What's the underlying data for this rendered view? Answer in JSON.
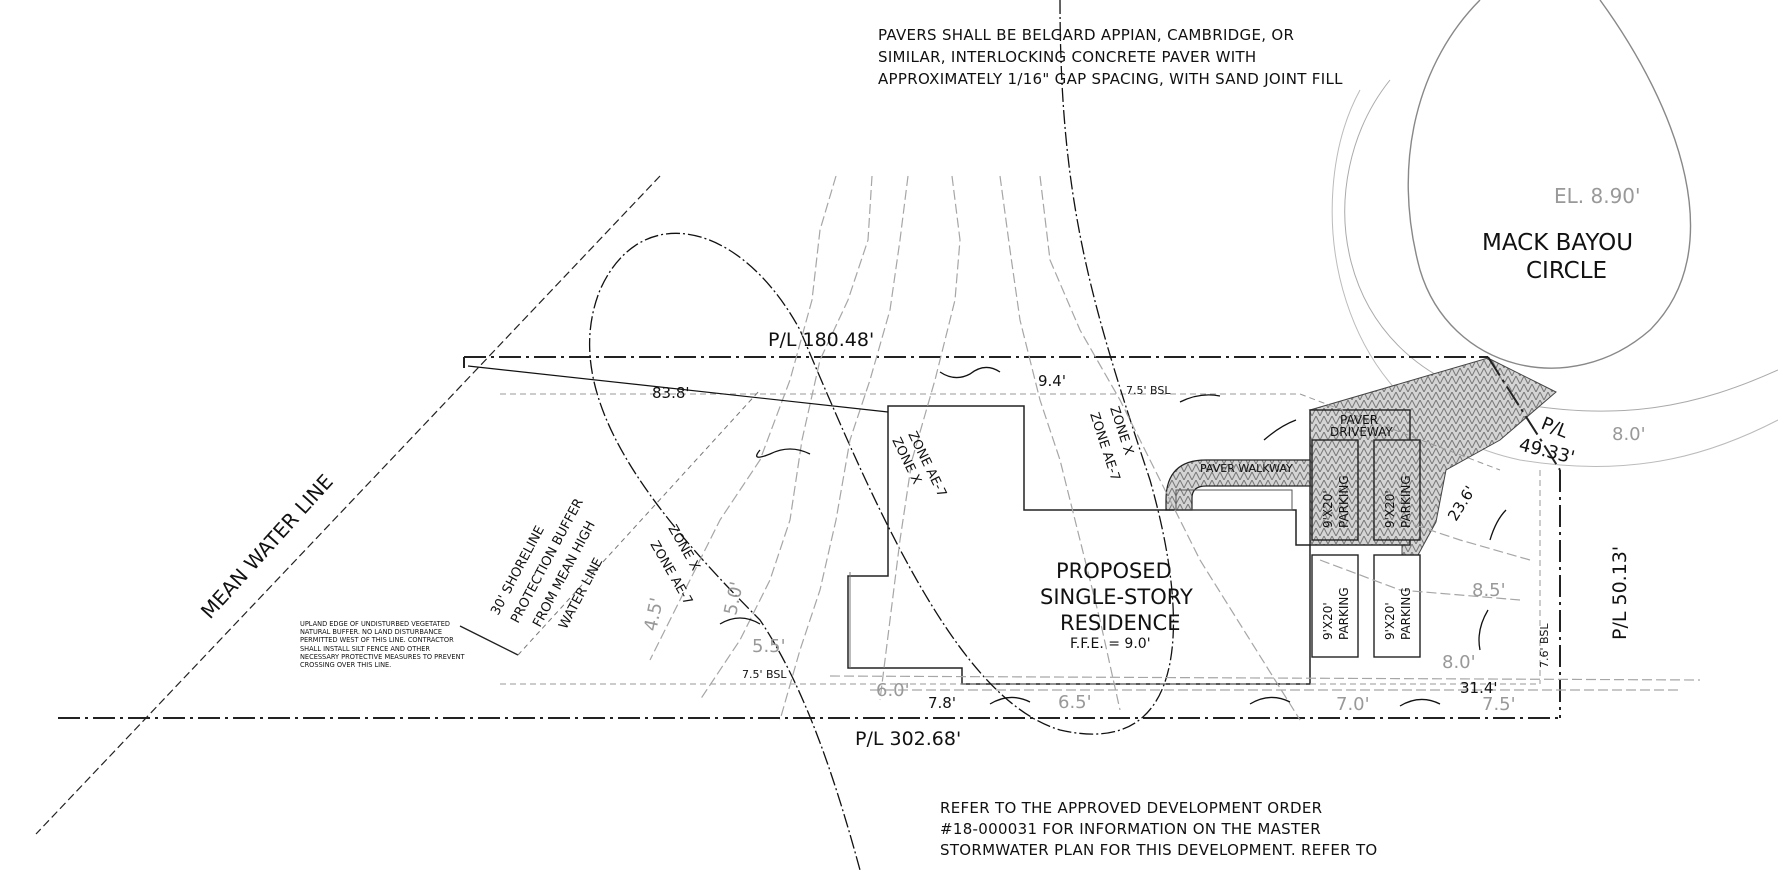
{
  "notes": {
    "pavers_line1": "PAVERS SHALL BE BELGARD APPIAN, CAMBRIDGE, OR",
    "pavers_line2": "SIMILAR, INTERLOCKING CONCRETE PAVER WITH",
    "pavers_line3": "APPROXIMATELY 1/16\" GAP SPACING, WITH SAND JOINT FILL",
    "refer_line1": "REFER TO THE APPROVED DEVELOPMENT ORDER",
    "refer_line2": "#18-000031 FOR INFORMATION ON THE MASTER",
    "refer_line3": "STORMWATER PLAN FOR THIS DEVELOPMENT. REFER TO",
    "upland": "UPLAND EDGE OF UNDISTURBED VEGETATED NATURAL BUFFER. NO LAND DISTURBANCE PERMITTED WEST OF THIS LINE. CONTRACTOR SHALL INSTALL SILT FENCE AND OTHER NECESSARY PROTECTIVE MEASURES TO PREVENT CROSSING OVER THIS LINE."
  },
  "labels": {
    "mean_water_line": "MEAN WATER LINE",
    "street_elevation": "EL. 8.90'",
    "street_name_1": "MACK BAYOU",
    "street_name_2": "CIRCLE",
    "pl_north": "P/L 180.48'",
    "pl_south": "P/L 302.68'",
    "pl_east": "P/L 50.13'",
    "pl_front": "P/L",
    "pl_front_len": "49.33'",
    "dim_83": "83.8'",
    "dim_94": "9.4'",
    "dim_78": "7.8'",
    "dim_314": "31.4'",
    "dim_236": "23.6'",
    "bsl_north": "7.5' BSL",
    "bsl_south": "7.5' BSL",
    "bsl_east": "7.6' BSL",
    "zone_x": "ZONE X",
    "zone_ae7": "ZONE AE-7",
    "buffer_1": "30' SHORELINE",
    "buffer_2": "PROTECTION BUFFER",
    "buffer_3": "FROM MEAN HIGH",
    "buffer_4": "WATER LINE",
    "residence_1": "PROPOSED",
    "residence_2": "SINGLE-STORY",
    "residence_3": "RESIDENCE",
    "residence_4": "F.F.E. = 9.0'",
    "paver_driveway_1": "PAVER",
    "paver_driveway_2": "DRIVEWAY",
    "paver_walkway": "PAVER WALKWAY",
    "parking_size": "9'X20'",
    "parking_label": "PARKING"
  },
  "contours": {
    "c45": "4.5'",
    "c50": "5.0'",
    "c55": "5.5'",
    "c60": "6.0'",
    "c65": "6.5'",
    "c70": "7.0'",
    "c75": "7.5'",
    "c80a": "8.0'",
    "c80b": "8.0'",
    "c85": "8.5'"
  }
}
